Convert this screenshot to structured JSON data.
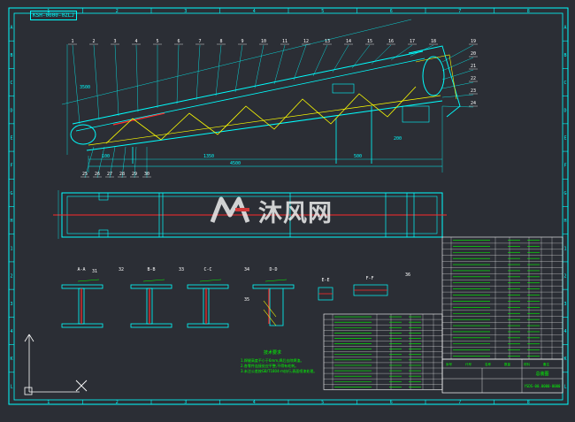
{
  "app": {
    "title_strip": "KSH-0000-0ZLJ",
    "colors": {
      "background": "#2b2e35",
      "frame": "#00ffff",
      "section": "#00ff00",
      "highlight": "#ff2a2a",
      "hatch": "#ffff00",
      "text": "#ffffff"
    }
  },
  "border": {
    "top_numbers": [
      "1",
      "2",
      "3",
      "4",
      "5",
      "6",
      "7",
      "8"
    ],
    "side_letters": [
      "A",
      "B",
      "C",
      "D",
      "E",
      "F",
      "G",
      "H",
      "1",
      "2",
      "3",
      "4",
      "K",
      "L"
    ]
  },
  "main_view": {
    "balloons": [
      "1",
      "2",
      "3",
      "4",
      "5",
      "6",
      "7",
      "8",
      "9",
      "10",
      "11",
      "12",
      "13",
      "14",
      "15",
      "16",
      "17",
      "18",
      "19",
      "20",
      "21",
      "22",
      "23",
      "24",
      "25",
      "26",
      "27",
      "28",
      "29",
      "30"
    ],
    "dims": [
      "4500",
      "1350",
      "100",
      "500",
      "200",
      "3500"
    ]
  },
  "sections": {
    "labels": [
      "A-A",
      "B-B",
      "C-C",
      "D-D",
      "E-E",
      "F-F"
    ],
    "callouts": [
      "31",
      "32",
      "33",
      "34",
      "35",
      "36"
    ]
  },
  "notes": {
    "title": "技术要求",
    "lines": [
      "1.焊缝高度不小于6mm,焊后去除焊渣。",
      "2.各零件连接处应平整,不得有毛刺。",
      "3.未注公差按GB/T1804-m执行,表面喷漆处理。"
    ]
  },
  "title_block": {
    "name": "总装图",
    "drawing_no": "YSDS-00.0000-0000",
    "header": [
      "序号",
      "代号",
      "名称",
      "数量",
      "材料",
      "备注"
    ]
  },
  "watermark": {
    "icon": "mf-logo-icon",
    "text": "沐风网"
  }
}
